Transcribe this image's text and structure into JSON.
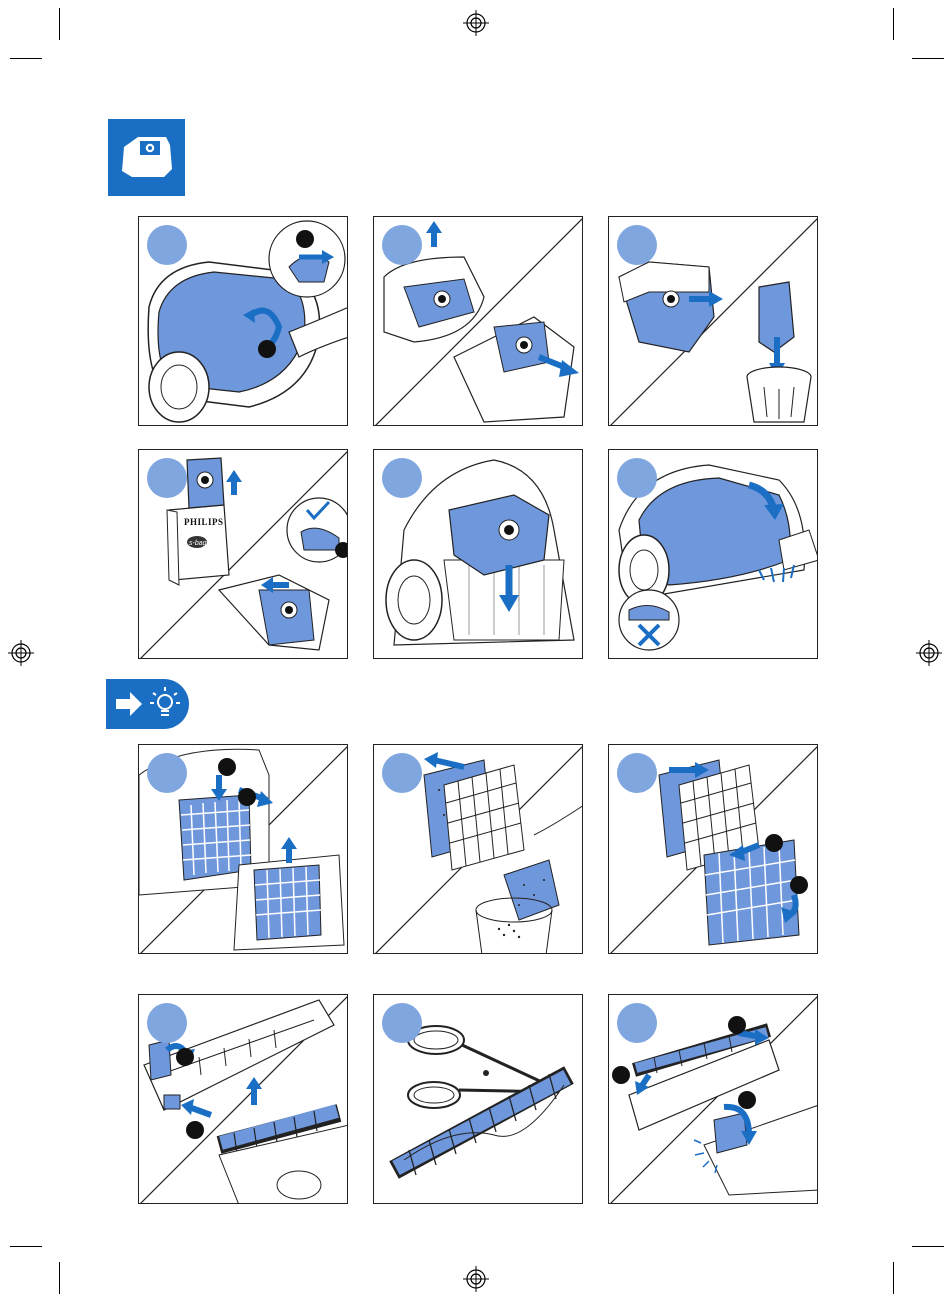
{
  "colors": {
    "accent": "#1a6fc4",
    "step_badge": "#7fa6df",
    "part_fill": "#6f97dc",
    "line": "#222222"
  },
  "section_bag": {
    "icon": "dust-bag-icon"
  },
  "section_filter": {
    "icon": "arrow-lightbulb-icon"
  },
  "panels": [
    {
      "id": "bag-1",
      "icon": "open-lid-icon"
    },
    {
      "id": "bag-2",
      "icon": "remove-bag-holder-icon"
    },
    {
      "id": "bag-3",
      "icon": "dispose-bag-icon"
    },
    {
      "id": "bag-4",
      "icon": "insert-new-bag-icon"
    },
    {
      "id": "bag-5",
      "icon": "place-holder-icon"
    },
    {
      "id": "bag-6",
      "icon": "close-lid-icon"
    },
    {
      "id": "filter-1",
      "icon": "remove-filter-icon"
    },
    {
      "id": "filter-2",
      "icon": "clean-filter-icon"
    },
    {
      "id": "filter-3",
      "icon": "reinsert-filter-icon"
    },
    {
      "id": "brush-1",
      "icon": "remove-brush-icon"
    },
    {
      "id": "brush-2",
      "icon": "cut-hair-icon"
    },
    {
      "id": "brush-3",
      "icon": "reinsert-brush-icon"
    }
  ],
  "bag_box": {
    "brand": "PHILIPS",
    "product": "s-bag"
  }
}
